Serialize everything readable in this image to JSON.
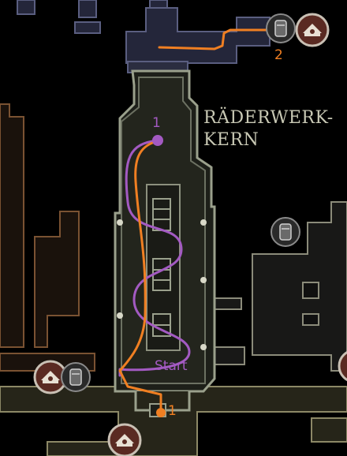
{
  "area_name": {
    "line1": "RÄDERWERK-",
    "line2": "KERN"
  },
  "route_purple": {
    "start_label": "Start",
    "end_label": "1",
    "color": "#a35ac2"
  },
  "route_orange": {
    "start_label": "1",
    "end_label": "2",
    "color": "#f07f22"
  },
  "colors": {
    "area_label": "#c8c8b4",
    "room_outline": "#9aa08c",
    "room_fill": "#1d1f19",
    "west_zone": "#7a5232",
    "north_zone": "#5a5e80",
    "bottom_corridor": "#8c8866"
  },
  "icons": {
    "bench": "bench-icon",
    "lever": "lever-icon"
  }
}
